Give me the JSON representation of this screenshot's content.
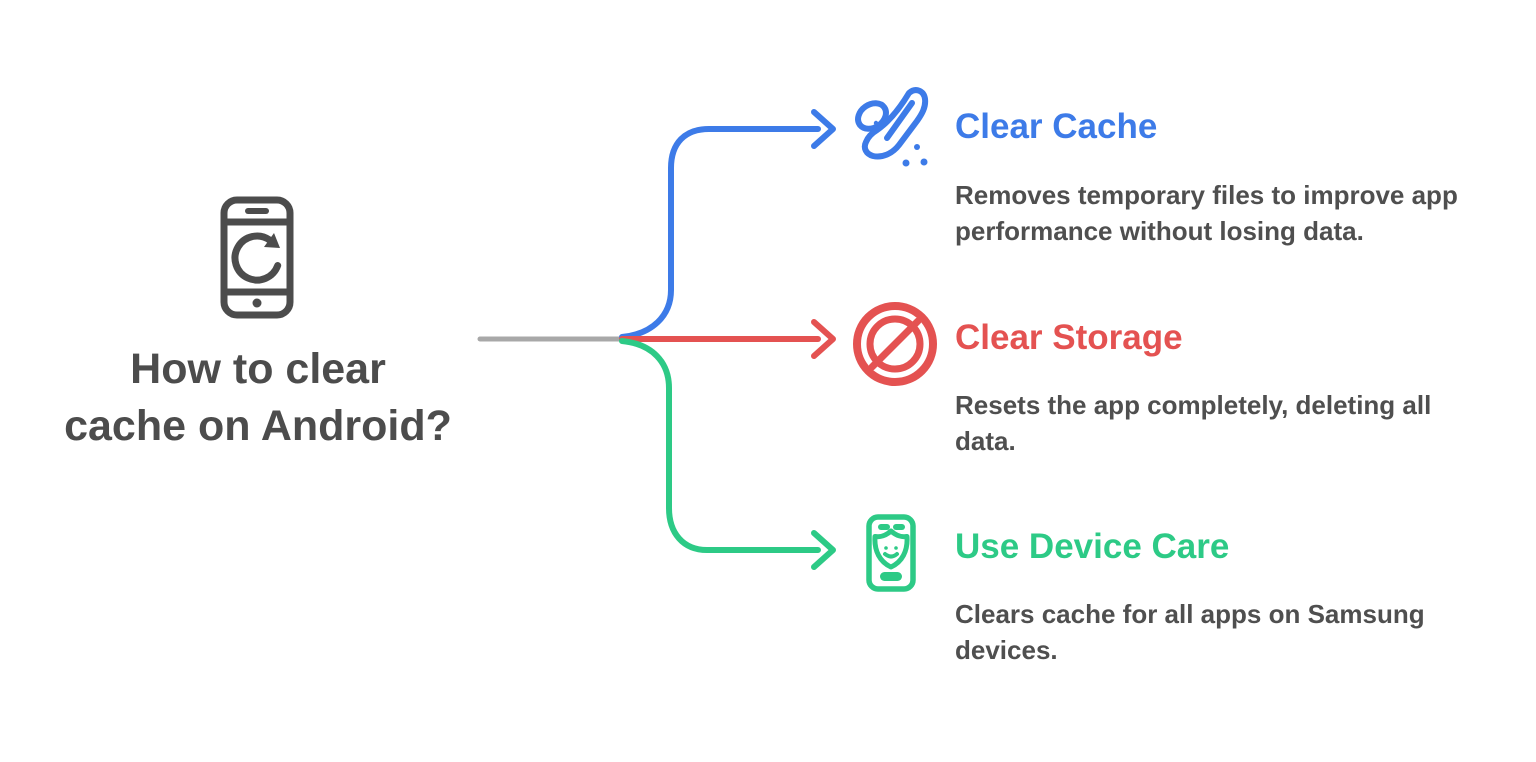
{
  "colors": {
    "background": "#ffffff",
    "title_text": "#4c4c4c",
    "body_text": "#4f4f4f",
    "icon_gray": "#4c4c4c",
    "connector_gray": "#a8a8a8"
  },
  "root": {
    "title_line1": "How to clear",
    "title_line2": "cache on Android?",
    "icon": "phone-refresh-icon"
  },
  "branches": [
    {
      "label": "Clear Cache",
      "color": "#3d7be8",
      "icon": "broom-sweep-icon",
      "description": [
        "Removes temporary files to improve app",
        "performance without losing data."
      ]
    },
    {
      "label": "Clear Storage",
      "color": "#e45251",
      "icon": "block-icon",
      "description": [
        "Resets the app completely, deleting all",
        "data."
      ]
    },
    {
      "label": "Use Device Care",
      "color": "#2dca86",
      "icon": "device-care-phone-icon",
      "description": [
        "Clears cache for all apps on Samsung",
        "devices."
      ]
    }
  ]
}
